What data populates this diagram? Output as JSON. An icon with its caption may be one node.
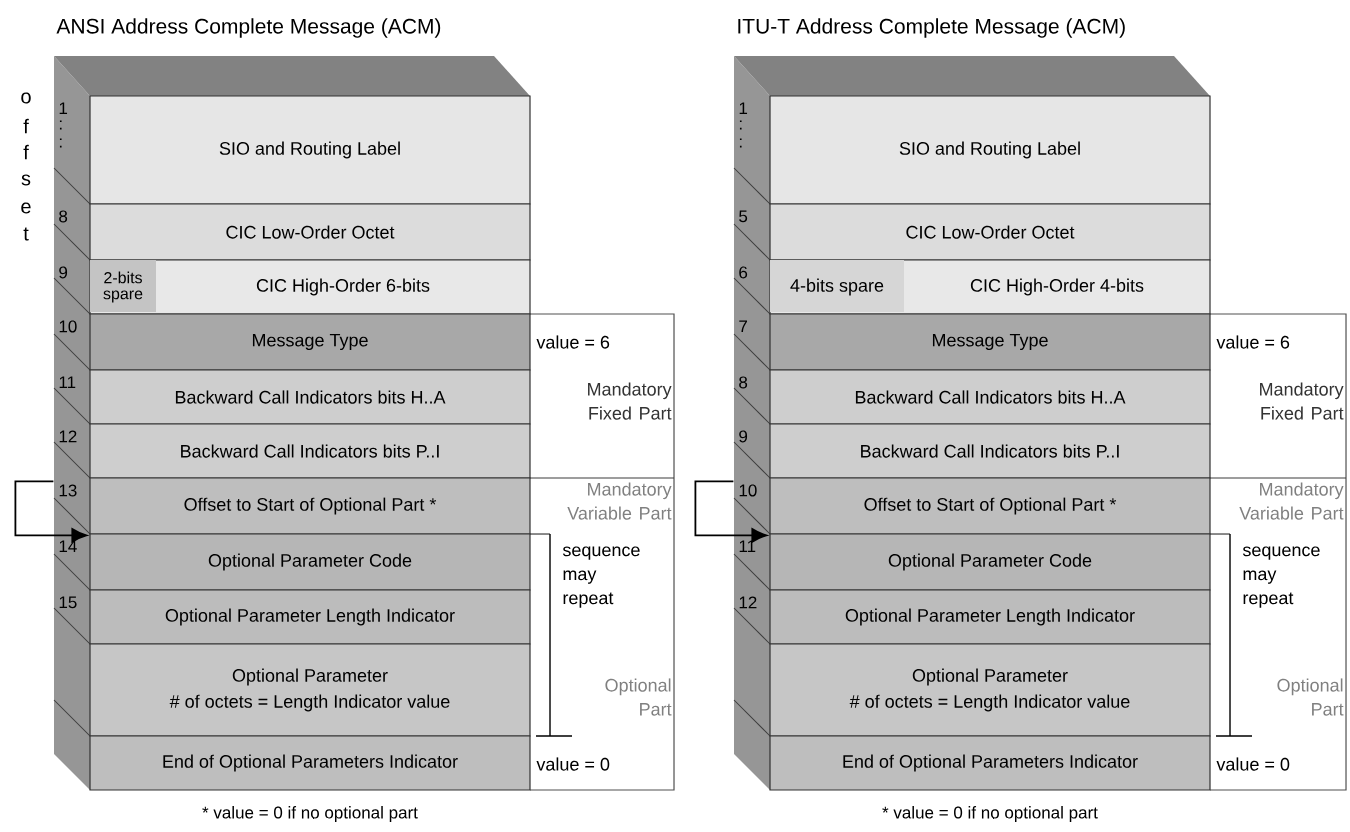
{
  "diagram": {
    "nodes": [
      {
        "text": [
          "SIO and Routing Label"
        ],
        "beside": [
          "1",
          ":",
          ":"
        ]
      },
      {
        "text": [
          "CIC Low-Order Octet"
        ],
        "beside": [
          "8"
        ]
      },
      {
        "text": [
          "2-bits spare",
          "CIC High-Order 6-bits"
        ],
        "beside": [
          "9"
        ]
      },
      {
        "text": [
          "Message Type"
        ],
        "beside": [
          "10"
        ]
      },
      {
        "text": [
          "Backward Call Indicators bits H..A"
        ],
        "beside": [
          "11"
        ]
      },
      {
        "text": [
          "Backward Call Indicators bits P..I"
        ],
        "beside": [
          "12"
        ]
      },
      {
        "text": [
          "Offset to Start of Optional Part *"
        ],
        "beside": [
          "13"
        ]
      },
      {
        "text": [
          "Optional Parameter Code"
        ],
        "beside": [
          "14"
        ]
      },
      {
        "text": [
          "Optional Parameter Length Indicator"
        ],
        "beside": [
          "15"
        ]
      },
      {
        "text": [
          "Optional Parameter",
          "# of octets = Length Indicator value"
        ]
      },
      {
        "text": [
          "End of Optional Parameters Indicator"
        ]
      },
      {
        "text": [
          "SIO and Routing Label"
        ],
        "beside": [
          "1",
          ":",
          ":"
        ]
      },
      {
        "text": [
          "CIC Low-Order Octet"
        ],
        "beside": [
          "5"
        ]
      },
      {
        "text": [
          "4-bits spare",
          "CIC High-Order 4-bits"
        ],
        "beside": [
          "6"
        ]
      },
      {
        "text": [
          "Message Type"
        ],
        "beside": [
          "7"
        ]
      },
      {
        "text": [
          "Backward Call Indicators bits H..A"
        ],
        "beside": [
          "8"
        ]
      },
      {
        "text": [
          "Backward Call Indicators bits P..I"
        ],
        "beside": [
          "9"
        ]
      },
      {
        "text": [
          "Offset to Start of Optional Part *"
        ],
        "beside": [
          "10"
        ]
      },
      {
        "text": [
          "Optional Parameter Code"
        ],
        "beside": [
          "11"
        ]
      },
      {
        "text": [
          "Optional Parameter Length Indicator"
        ],
        "beside": [
          "12"
        ]
      },
      {
        "text": [
          "Optional Parameter",
          "# of octets = Length Indicator value"
        ]
      },
      {
        "text": [
          "End of Optional Parameters Indicator"
        ]
      }
    ],
    "edges": [
      {
        "from": 6,
        "to": 7,
        "arrow": "to"
      },
      {
        "from": 17,
        "to": 18,
        "arrow": "to"
      }
    ],
    "labels": [
      "ANSI Address Complete Message (ACM)",
      "ITU-T Address Complete Message (ACM)",
      "o",
      "f",
      "f",
      "s",
      "e",
      "t",
      "value = 6",
      "Mandatory Fixed Part",
      "Mandatory Variable Part",
      "sequence may repeat",
      "Optional Part",
      "value = 0",
      "* value = 0 if no optional part",
      "value = 6",
      "Mandatory Fixed Part",
      "Mandatory Variable Part",
      "sequence may repeat",
      "Optional Part",
      "value = 0",
      "* value = 0 if no optional part"
    ]
  }
}
